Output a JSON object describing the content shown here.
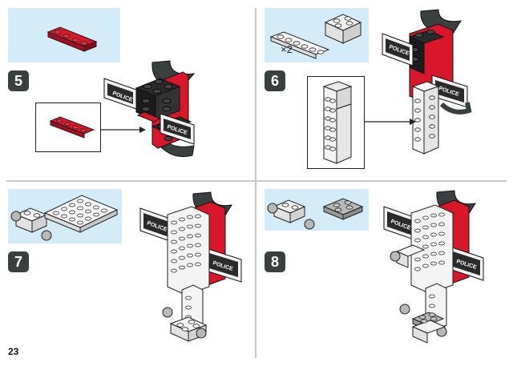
{
  "page": {
    "number": "23"
  },
  "steps": [
    {
      "number": "5"
    },
    {
      "number": "6",
      "part_quantity": "×2"
    },
    {
      "number": "7"
    },
    {
      "number": "8"
    }
  ],
  "sign_text": "POLICE",
  "colors": {
    "parts_panel": "#d4ecfa",
    "badge": "#3a3f40",
    "red_brick": "#d8182a",
    "dark_brick": "#2b2b2b",
    "white_brick": "#f4f4f4",
    "grey_stud": "#b8b8b8",
    "divider": "#c9c9c9"
  }
}
